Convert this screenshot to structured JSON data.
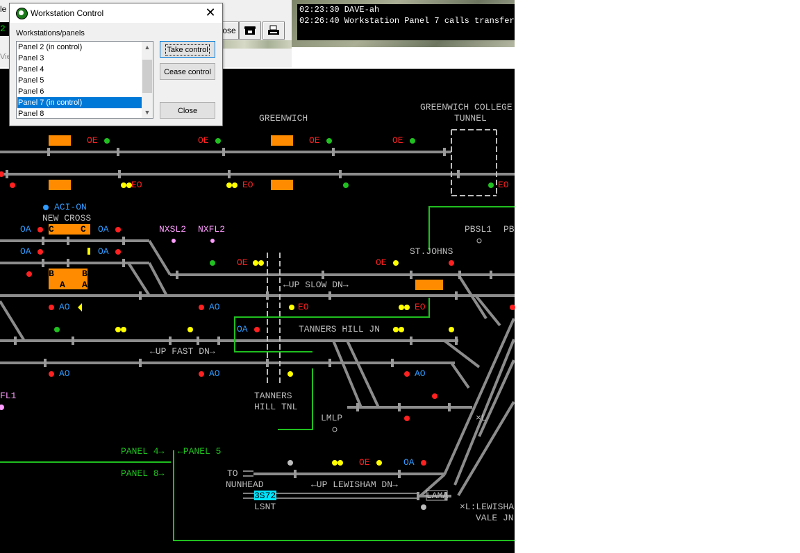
{
  "background_app": {
    "menu_fragment": "le",
    "status_fragment": "Vie",
    "green_prefix": "2",
    "toolbar_close_fragment": "ose",
    "phone_icon": "phone-icon",
    "printer_icon": "printer-icon"
  },
  "message_log": {
    "lines": [
      "02:23:30 DAVE-ah",
      "02:26:40 Workstation Panel 7 calls transferre"
    ]
  },
  "dialog": {
    "title": "Workstation Control",
    "group_label": "Workstations/panels",
    "items": [
      {
        "label": "Panel 2 (in control)",
        "selected": false
      },
      {
        "label": "Panel 3",
        "selected": false
      },
      {
        "label": "Panel 4",
        "selected": false
      },
      {
        "label": "Panel 5",
        "selected": false
      },
      {
        "label": "Panel 6",
        "selected": false
      },
      {
        "label": "Panel 7 (in control)",
        "selected": true
      },
      {
        "label": "Panel 8",
        "selected": false
      }
    ],
    "buttons": {
      "take_control": "Take control",
      "cease_control": "Cease control",
      "close": "Close"
    },
    "selection_color": "#0078d7"
  },
  "panel": {
    "colors": {
      "track": "#8c8c8c",
      "occupied": "#ff8c00",
      "signal_red": "#ff2020",
      "signal_green": "#20c020",
      "signal_yellow": "#ffff00",
      "route_line": "#1fbf1f",
      "train_id_bg": "#00e5ff"
    },
    "labels": {
      "greenwich": "GREENWICH",
      "greenwich_college": "GREENWICH COLLEGE",
      "tunnel": "TUNNEL",
      "aci_on": "ACI-ON",
      "new_cross": "NEW CROSS",
      "nxsl2": "NXSL2",
      "nxfl2": "NXFL2",
      "pbsl1": "PBSL1",
      "pb": "PB",
      "st_johns": "ST.JOHNS",
      "up_slow_dn": "←UP SLOW DN→",
      "tanners_hill_jn": "TANNERS HILL JN",
      "up_fast_dn": "←UP FAST DN→",
      "fl1": "FL1",
      "tanners": "TANNERS",
      "hill_tnl": "HILL TNL",
      "lmlp": "LMLP",
      "xl": "×L",
      "panel4": "PANEL 4→",
      "panel5": "←PANEL 5",
      "panel8": "PANEL 8→",
      "to": "TO",
      "nunhead": "NUNHEAD",
      "up_lewisham_dn": "←UP LEWISHAM DN→",
      "train_id": "3S72",
      "lsnt": "LSNT",
      "lama": "LAMA",
      "xl_lewisham": "×L:LEWISHA",
      "vale_jn": "VALE JN",
      "block_b1": "B",
      "block_b2": "B",
      "block_a1": "A",
      "block_a2": "A",
      "block_c1": "C",
      "block_c2": "C"
    },
    "signal_tags": {
      "oe": "OE",
      "eo": "EO",
      "oa": "OA",
      "ao": "AO"
    }
  }
}
